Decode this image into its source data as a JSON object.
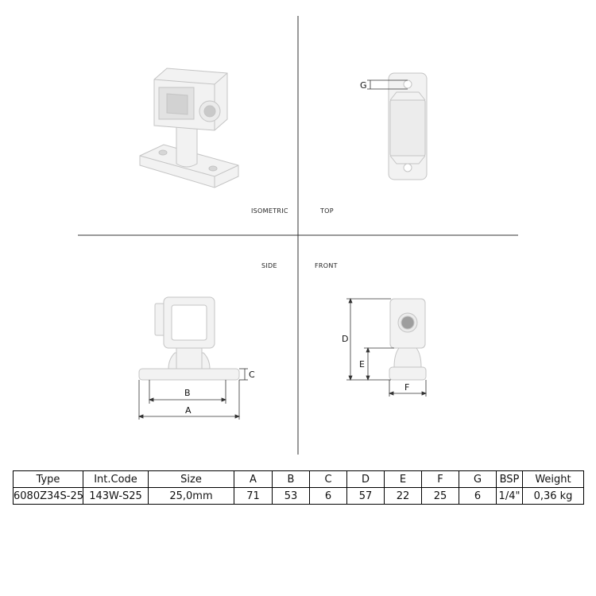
{
  "views": {
    "isometric": "ISOMETRIC",
    "top": "TOP",
    "side": "SIDE",
    "front": "FRONT"
  },
  "dimension_labels": {
    "a": "A",
    "b": "B",
    "c": "C",
    "d": "D",
    "e": "E",
    "f": "F",
    "g": "G"
  },
  "table": {
    "headers": [
      "Type",
      "Int.Code",
      "Size",
      "A",
      "B",
      "C",
      "D",
      "E",
      "F",
      "G",
      "BSP",
      "Weight"
    ],
    "row": [
      "6080Z34S-25",
      "143W-S25",
      "25,0mm",
      "71",
      "53",
      "6",
      "57",
      "22",
      "25",
      "6",
      "1/4\"",
      "0,36 kg"
    ]
  },
  "colors": {
    "part_fill": "#f1f1f1",
    "part_stroke": "#bdbdbd",
    "line": "#333333"
  }
}
